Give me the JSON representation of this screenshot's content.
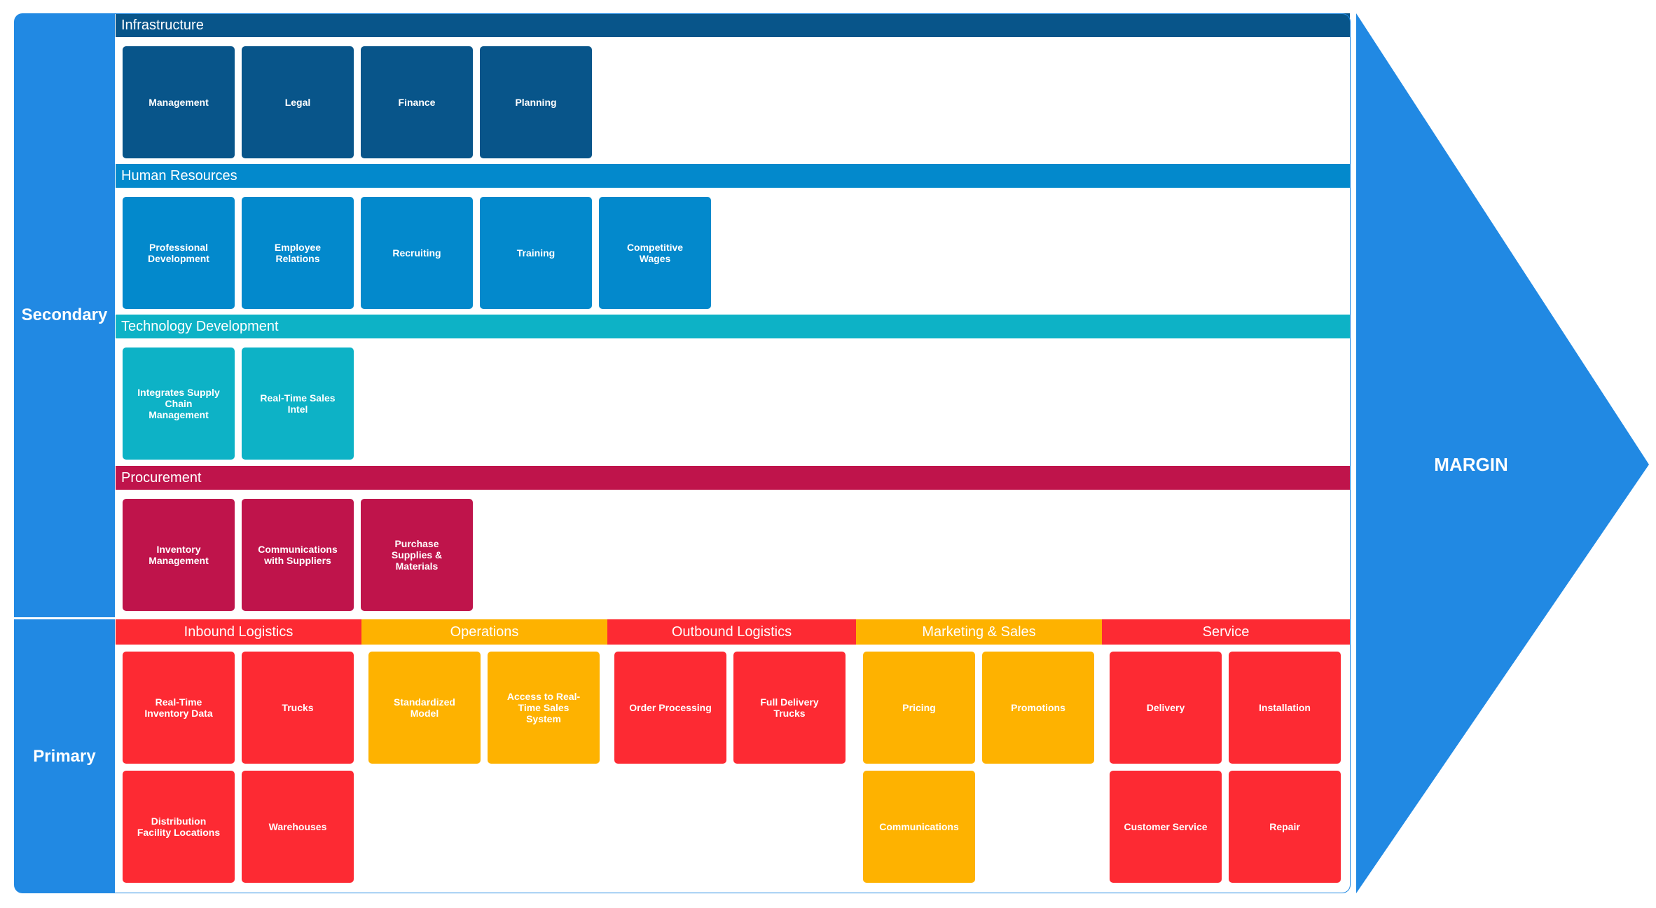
{
  "labels": {
    "secondary": "Secondary",
    "primary": "Primary",
    "margin": "MARGIN"
  },
  "colors": {
    "side_blue": "#2189e3",
    "infrastructure": "#08558a",
    "human_resources": "#0389cc",
    "technology_development": "#0db2c6",
    "procurement": "#bf144b",
    "primary_red": "#fd2a33",
    "primary_yellow": "#feb200"
  },
  "secondary": [
    {
      "title": "Infrastructure",
      "color": "#08558a",
      "items": [
        "Management",
        "Legal",
        "Finance",
        "Planning"
      ]
    },
    {
      "title": "Human Resources",
      "color": "#0389cc",
      "items": [
        "Professional Development",
        "Employee Relations",
        "Recruiting",
        "Training",
        "Competitive Wages"
      ]
    },
    {
      "title": "Technology Development",
      "color": "#0db2c6",
      "items": [
        "Integrates Supply Chain Management",
        "Real-Time Sales Intel"
      ]
    },
    {
      "title": "Procurement",
      "color": "#bf144b",
      "items": [
        "Inventory Management",
        "Communications with Suppliers",
        "Purchase Supplies & Materials"
      ]
    }
  ],
  "primary": [
    {
      "title": "Inbound Logistics",
      "color": "#fd2a33",
      "items": [
        "Real-Time Inventory Data",
        "Trucks",
        "Distribution Facility Locations",
        "Warehouses"
      ]
    },
    {
      "title": "Operations",
      "color": "#feb200",
      "items": [
        "Standardized Model",
        "Access to Real-Time Sales System"
      ]
    },
    {
      "title": "Outbound Logistics",
      "color": "#fd2a33",
      "items": [
        "Order Processing",
        "Full Delivery Trucks"
      ]
    },
    {
      "title": "Marketing & Sales",
      "color": "#feb200",
      "items": [
        "Pricing",
        "Promotions",
        "Communications"
      ]
    },
    {
      "title": "Service",
      "color": "#fd2a33",
      "items": [
        "Delivery",
        "Installation",
        "Customer Service",
        "Repair"
      ]
    }
  ]
}
